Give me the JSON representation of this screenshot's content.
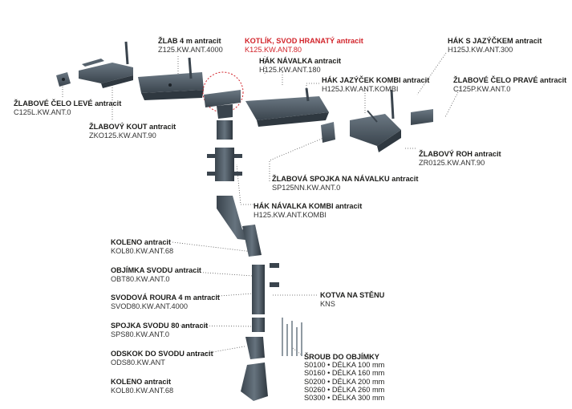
{
  "labels": {
    "celo_leve": {
      "name": "ŽLABOVÉ ČELO LEVÉ antracit",
      "code": "C125L.KW.ANT.0"
    },
    "kout": {
      "name": "ŽLABOVÝ KOUT antracit",
      "code": "ZKO125.KW.ANT.90"
    },
    "zlab": {
      "name": "ŽLAB 4 m antracit",
      "code": "Z125.KW.ANT.4000"
    },
    "kotlik": {
      "name": "KOTLÍK, SVOD HRANATÝ antracit",
      "code": "K125.KW.ANT.80"
    },
    "hak_navalka": {
      "name": "HÁK NÁVALKA antracit",
      "code": "H125.KW.ANT.180"
    },
    "hak_jazycek_kombi": {
      "name": "HÁK JAZÝČEK KOMBI antracit",
      "code": "H125J.KW.ANT.KOMBI"
    },
    "hak_jazyckem": {
      "name": "HÁK S JAZÝČKEM antracit",
      "code": "H125J.KW.ANT.300"
    },
    "celo_prave": {
      "name": "ŽLABOVÉ ČELO PRAVÉ antracit",
      "code": "C125P.KW.ANT.0"
    },
    "roh": {
      "name": "ŽLABOVÝ ROH antracit",
      "code": "ZR0125.KW.ANT.90"
    },
    "spojka_navalku": {
      "name": "ŽLABOVÁ SPOJKA NA NÁVALKU antracit",
      "code": "SP125NN.KW.ANT.0"
    },
    "hak_navalka_kombi": {
      "name": "HÁK NÁVALKA KOMBI antracit",
      "code": "H125.KW.ANT.KOMBI"
    },
    "koleno1": {
      "name": "KOLENO antracit",
      "code": "KOL80.KW.ANT.68"
    },
    "objimka": {
      "name": "OBJÍMKA SVODU antracit",
      "code": "OBT80.KW.ANT.0"
    },
    "roura": {
      "name": "SVODOVÁ ROURA 4 m antracit",
      "code": "SVOD80.KW.ANT.4000"
    },
    "spojka_svodu": {
      "name": "SPOJKA SVODU 80 antracit",
      "code": "SPS80.KW.ANT.0"
    },
    "odskok": {
      "name": "ODSKOK DO SVODU antracit",
      "code": "ODS80.KW.ANT"
    },
    "koleno2": {
      "name": "KOLENO antracit",
      "code": "KOL80.KW.ANT.68"
    },
    "kotva": {
      "name": "KOTVA NA STĚNU",
      "code": "KNS"
    }
  },
  "screws": {
    "title": "ŠROUB DO OBJÍMKY",
    "items": [
      "S0100 • DÉLKA 100 mm",
      "S0160 • DÉLKA 160 mm",
      "S0200 • DÉLKA 200 mm",
      "S0260 • DÉLKA 260 mm",
      "S0300 • DÉLKA 300 mm"
    ]
  },
  "colors": {
    "part": "#4a5560",
    "part_dark": "#2f3840",
    "part_light": "#6b7883",
    "highlight": "#d2232a"
  }
}
